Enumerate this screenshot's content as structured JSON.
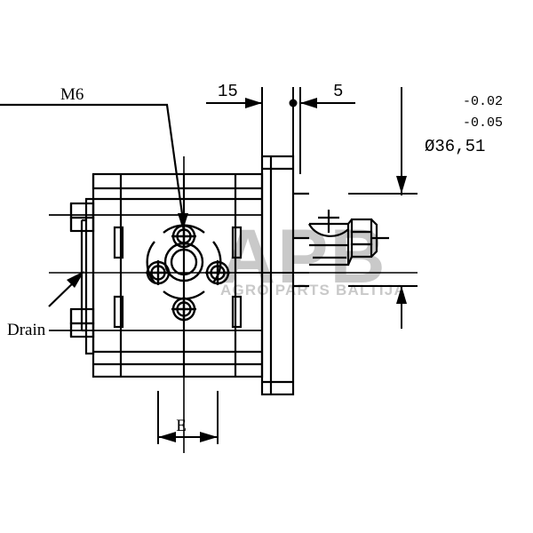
{
  "drawing": {
    "title": "hydraulic-gear-pump-section-drawing",
    "background_color": "#ffffff",
    "line_color": "#000000",
    "watermark_color": "#c9c9c9"
  },
  "labels": {
    "thread_callout": "M6",
    "drain_port": "Drain",
    "bolt_circle_dim": "E",
    "dim_15": "15",
    "dim_5": "5",
    "diameter": "Ø36,51",
    "tolerance_upper": "-0.02",
    "tolerance_lower": "-0.05"
  },
  "watermark": {
    "logo": "APB",
    "tagline": "AGRO PARTS BALTIJA"
  }
}
